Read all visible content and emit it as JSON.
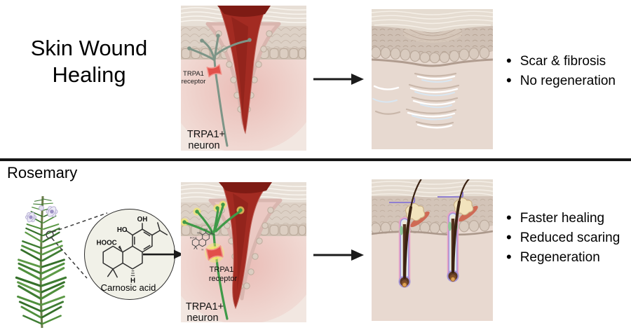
{
  "header": {
    "title_line1": "Skin Wound",
    "title_line2": "Healing"
  },
  "top_row": {
    "wound_panel": {
      "receptor_label_line1": "TRPA1",
      "receptor_label_line2": "receptor",
      "neuron_label_line1": "TRPA1+",
      "neuron_label_line2": "neuron"
    },
    "outcomes": [
      "Scar & fibrosis",
      "No regeneration"
    ]
  },
  "bottom_row": {
    "section_label": "Rosemary",
    "compound": {
      "name": "Carnosic acid",
      "atom_oh": "OH",
      "atom_ho": "HO",
      "atom_hooc": "HOOC",
      "atom_h": "H"
    },
    "wound_panel": {
      "receptor_label_line1": "TRPA1",
      "receptor_label_line2": "receptor",
      "neuron_label_line1": "TRPA1+",
      "neuron_label_line2": "neuron"
    },
    "outcomes": [
      "Faster healing",
      "Reduced scaring",
      "Regeneration"
    ]
  },
  "colors": {
    "wound_red": "#a32b22",
    "wound_dark": "#7e1b14",
    "neuron_resting": "#7d9587",
    "neuron_active": "#3f9a48",
    "receptor_red": "#e2504a",
    "activation_glow": "#f2e96a",
    "arrow_black": "#1b1b1b"
  }
}
